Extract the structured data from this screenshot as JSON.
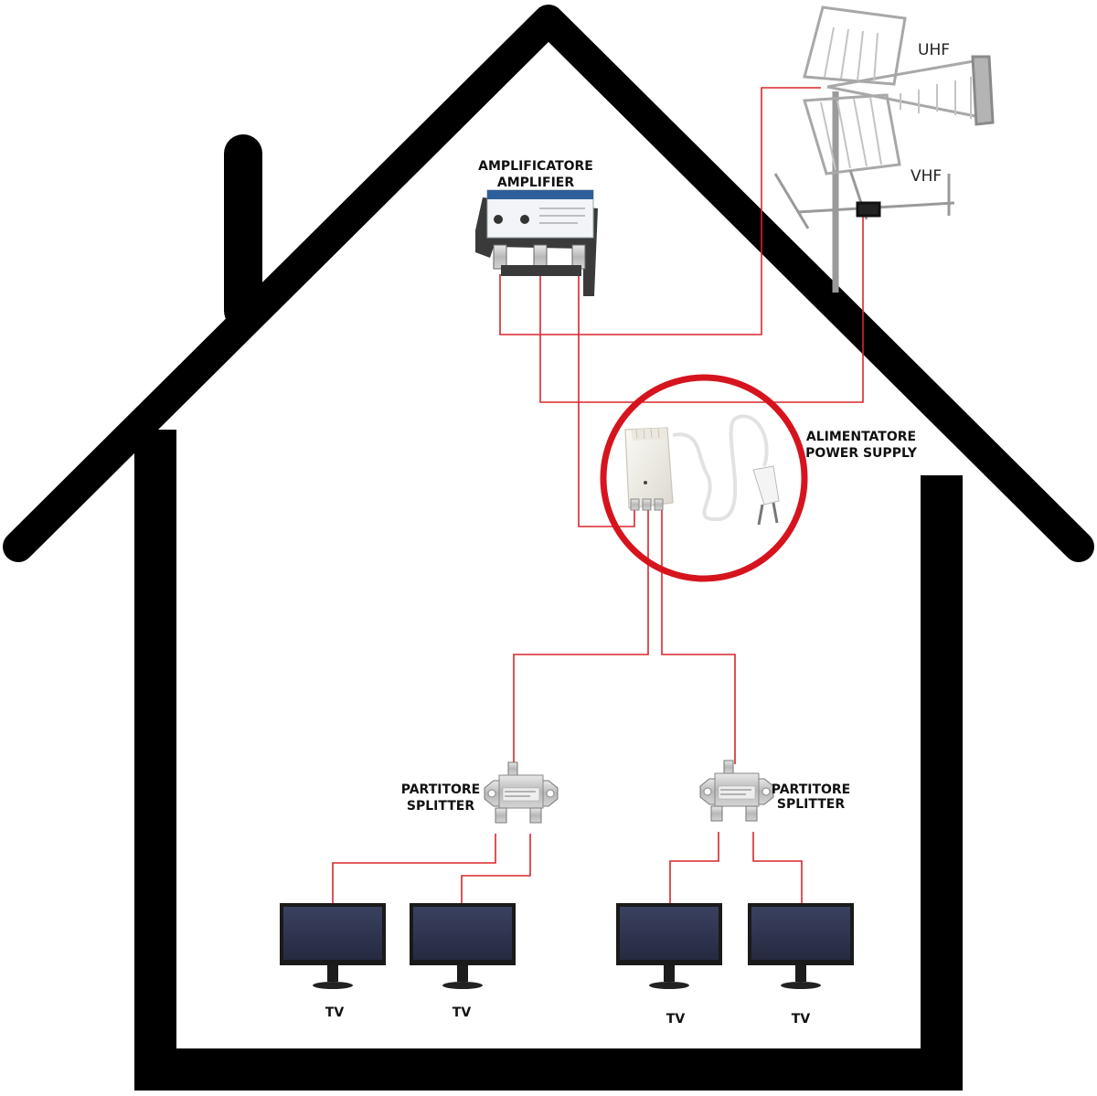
{
  "labels": {
    "uhf": "UHF",
    "vhf": "VHF",
    "amplifier_it": "AMPLIFICATORE",
    "amplifier_en": "AMPLIFIER",
    "power_it": "ALIMENTATORE",
    "power_en": "POWER SUPPLY",
    "splitter_left_it": "PARTITORE",
    "splitter_left_en": "SPLITTER",
    "splitter_right_it": "PARTITORE",
    "splitter_right_en": "SPLITTER",
    "tv_1": "TV",
    "tv_2": "TV",
    "tv_3": "TV",
    "tv_4": "TV"
  },
  "colors": {
    "house_outline": "#000000",
    "cable": "#d9262c",
    "highlight_ring": "#d6141e",
    "tv_screen": "#2e3550",
    "tv_body": "#1a1a1a"
  },
  "icons": [
    "antenna-icon",
    "amplifier-icon",
    "power-supply-icon",
    "splitter-icon",
    "tv-icon"
  ]
}
